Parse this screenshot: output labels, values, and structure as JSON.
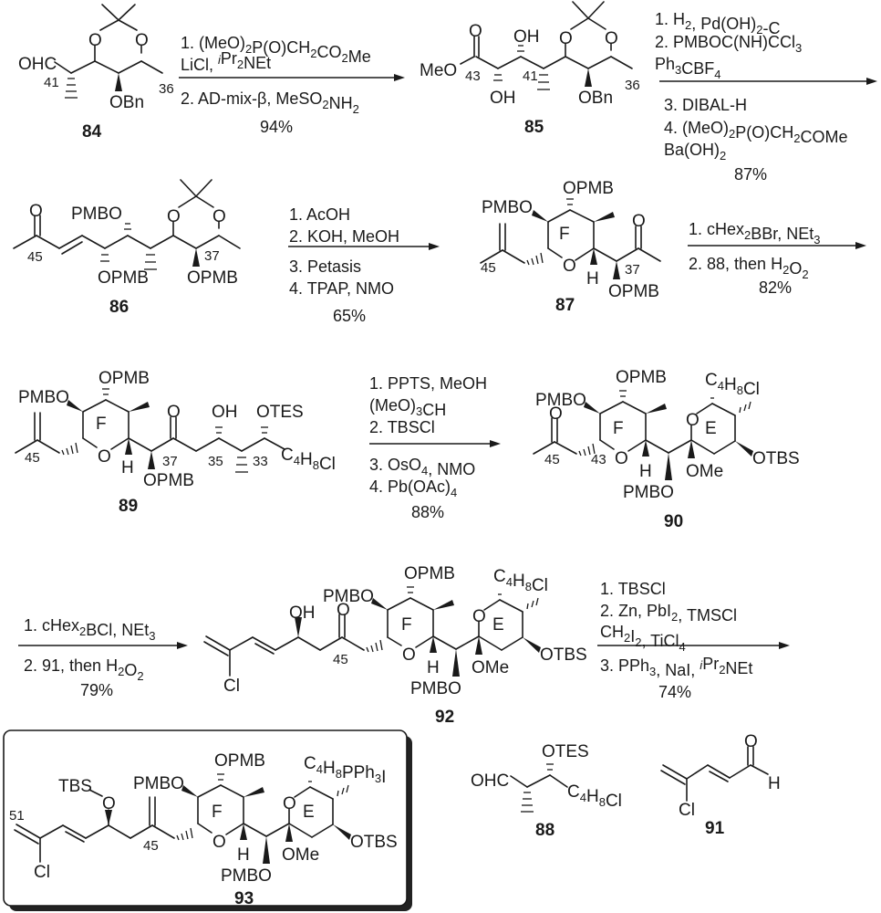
{
  "scheme": {
    "compounds": {
      "c84": {
        "label": "84",
        "groups": [
          "OHC",
          "OBn"
        ],
        "numbers": [
          "41",
          "36"
        ]
      },
      "c85": {
        "label": "85",
        "groups": [
          "MeO",
          "O",
          "OH",
          "OH",
          "OBn"
        ],
        "numbers": [
          "43",
          "41",
          "36"
        ]
      },
      "c86": {
        "label": "86",
        "groups": [
          "O",
          "PMBO",
          "OPMB",
          "OPMB"
        ],
        "numbers": [
          "45",
          "37"
        ]
      },
      "c87": {
        "label": "87",
        "groups": [
          "OPMB",
          "PMBO",
          "O",
          "H",
          "O",
          "OPMB"
        ],
        "ring": "F",
        "numbers": [
          "45",
          "37"
        ]
      },
      "c88": {
        "label": "88",
        "groups": [
          "OHC",
          "OTES",
          "C4H8Cl"
        ]
      },
      "c89": {
        "label": "89",
        "groups": [
          "OPMB",
          "PMBO",
          "O",
          "H",
          "OPMB",
          "O",
          "OH",
          "OTES",
          "C4H8Cl"
        ],
        "ring": "F",
        "numbers": [
          "45",
          "37",
          "35",
          "33"
        ]
      },
      "c90": {
        "label": "90",
        "groups": [
          "OPMB",
          "PMBO",
          "O",
          "O",
          "H",
          "PMBO",
          "C4H8Cl",
          "O",
          "OMe",
          "OTBS"
        ],
        "rings": [
          "F",
          "E"
        ],
        "numbers": [
          "45",
          "43"
        ]
      },
      "c91": {
        "label": "91",
        "groups": [
          "O",
          "H",
          "Cl"
        ]
      },
      "c92": {
        "label": "92",
        "groups": [
          "OH",
          "O",
          "Cl",
          "PMBO",
          "OPMB",
          "O",
          "H",
          "PMBO",
          "C4H8Cl",
          "O",
          "OMe",
          "OTBS"
        ],
        "rings": [
          "F",
          "E"
        ],
        "numbers": [
          "45"
        ]
      },
      "c93": {
        "label": "93",
        "groups": [
          "TBS",
          "O",
          "Cl",
          "PMBO",
          "OPMB",
          "O",
          "H",
          "PMBO",
          "C4H8PPh3I",
          "O",
          "OMe",
          "OTBS"
        ],
        "rings": [
          "F",
          "E"
        ],
        "numbers": [
          "51",
          "45"
        ]
      }
    },
    "steps": [
      {
        "above": [
          "1. (MeO)2P(O)CH2CO2Me",
          "LiCl, iPr2NEt"
        ],
        "below": [
          "2. AD-mix-β, MeSO2NH2"
        ],
        "yield": "94%"
      },
      {
        "above": [
          "1. H2, Pd(OH)2-C",
          "2. PMBOC(NH)CCl3",
          "Ph3CBF4"
        ],
        "below": [
          "3. DIBAL-H",
          "4. (MeO)2P(O)CH2COMe",
          "Ba(OH)2"
        ],
        "yield": "87%"
      },
      {
        "above": [
          "1. AcOH",
          "2. KOH, MeOH"
        ],
        "below": [
          "3. Petasis",
          "4. TPAP, NMO"
        ],
        "yield": "65%"
      },
      {
        "above": [
          "1. cHex2BBr, NEt3"
        ],
        "below": [
          "2. 88, then H2O2"
        ],
        "yield": "82%"
      },
      {
        "above": [
          "1. PPTS, MeOH",
          "(MeO)3CH",
          "2. TBSCl"
        ],
        "below": [
          "3. OsO4, NMO",
          "4. Pb(OAc)4"
        ],
        "yield": "88%"
      },
      {
        "above": [
          "1.  cHex2BCl, NEt3"
        ],
        "below": [
          "2. 91, then H2O2"
        ],
        "yield": "79%"
      },
      {
        "above": [
          "1. TBSCl",
          "2.  Zn, PbI2, TMSCl",
          "CH2I2, TiCl4"
        ],
        "below": [
          "3. PPh3, NaI, iPr2NEt"
        ],
        "yield": "74%"
      }
    ]
  }
}
